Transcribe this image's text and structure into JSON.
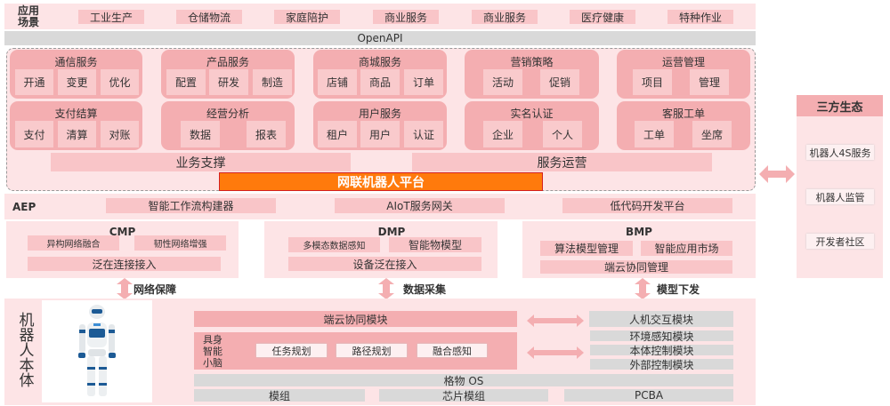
{
  "app_scenarios": {
    "label": "应用场景",
    "items": [
      "工业生产",
      "仓储物流",
      "家庭陪护",
      "商业服务",
      "商业服务",
      "医疗健康",
      "特种作业"
    ]
  },
  "openapi": "OpenAPI",
  "services": [
    {
      "title": "通信服务",
      "subs": [
        "开通",
        "变更",
        "优化"
      ]
    },
    {
      "title": "产品服务",
      "subs": [
        "配置",
        "研发",
        "制造"
      ]
    },
    {
      "title": "商城服务",
      "subs": [
        "店铺",
        "商品",
        "订单"
      ]
    },
    {
      "title": "营销策略",
      "subs": [
        "活动",
        "促销"
      ]
    },
    {
      "title": "运营管理",
      "subs": [
        "项目",
        "管理"
      ]
    },
    {
      "title": "支付结算",
      "subs": [
        "支付",
        "清算",
        "对账"
      ]
    },
    {
      "title": "经营分析",
      "subs": [
        "数据",
        "报表"
      ]
    },
    {
      "title": "用户服务",
      "subs": [
        "租户",
        "用户",
        "认证"
      ]
    },
    {
      "title": "实名认证",
      "subs": [
        "企业",
        "个人"
      ]
    },
    {
      "title": "客服工单",
      "subs": [
        "工单",
        "坐席"
      ]
    }
  ],
  "business_support": "业务支撑",
  "service_operation": "服务运营",
  "platform": "网联机器人平台",
  "aep": {
    "label": "AEP",
    "items": [
      "智能工作流构建器",
      "AIoT服务网关",
      "低代码开发平台"
    ]
  },
  "cmp": {
    "title": "CMP",
    "items": [
      "异构网络融合",
      "韧性网络增强",
      "泛在连接接入"
    ]
  },
  "dmp": {
    "title": "DMP",
    "items": [
      "多模态数据感知",
      "智能物模型",
      "设备泛在接入"
    ]
  },
  "bmp": {
    "title": "BMP",
    "items": [
      "算法模型管理",
      "智能应用市场",
      "端云协同管理"
    ]
  },
  "links": [
    "网络保障",
    "数据采集",
    "模型下发"
  ],
  "robot": {
    "label": "机器人本体",
    "cloud_module": "端云协同模块",
    "brain_label": "具身智能小脑",
    "brain_items": [
      "任务规划",
      "路径规划",
      "融合感知"
    ],
    "os": "格物 OS",
    "hw": [
      "模组",
      "芯片模组",
      "PCBA"
    ],
    "modules": [
      "人机交互模块",
      "环境感知模块",
      "本体控制模块",
      "外部控制模块"
    ]
  },
  "ecosystem": {
    "title": "三方生态",
    "items": [
      "机器人4S服务",
      "机器人监管",
      "开发者社区"
    ]
  },
  "colors": {
    "accent": "#ff7a0c",
    "band": "#fde4e6",
    "group": "#f4aeb1"
  }
}
